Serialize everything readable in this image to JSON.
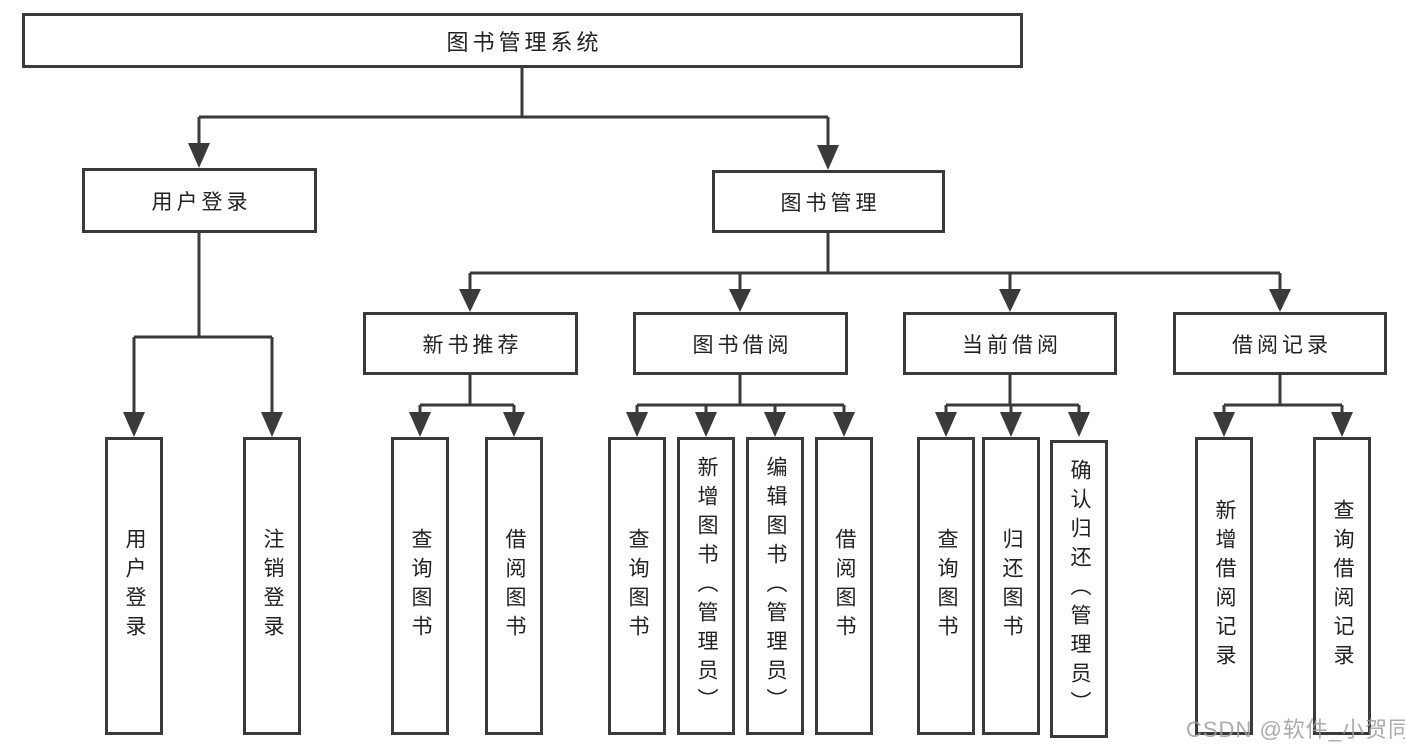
{
  "tree": {
    "root": {
      "label": "图书管理系统"
    },
    "branches": [
      {
        "label": "用户登录",
        "children": [
          {
            "label": "用户登录"
          },
          {
            "label": "注销登录"
          }
        ]
      },
      {
        "label": "图书管理",
        "children": [
          {
            "label": "新书推荐",
            "children": [
              {
                "label": "查询图书"
              },
              {
                "label": "借阅图书"
              }
            ]
          },
          {
            "label": "图书借阅",
            "children": [
              {
                "label": "查询图书"
              },
              {
                "label": "新增图书（管理员）"
              },
              {
                "label": "编辑图书（管理员）"
              },
              {
                "label": "借阅图书"
              }
            ]
          },
          {
            "label": "当前借阅",
            "children": [
              {
                "label": "查询图书"
              },
              {
                "label": "归还图书"
              },
              {
                "label": "确认归还（管理员）"
              }
            ]
          },
          {
            "label": "借阅记录",
            "children": [
              {
                "label": "新增借阅记录"
              },
              {
                "label": "查询借阅记录"
              }
            ]
          }
        ]
      }
    ]
  },
  "watermark": {
    "text": "CSDN @软件_小贺同学"
  },
  "colors": {
    "line": "#3a3a3a",
    "text": "#222222",
    "background": "#ffffff",
    "watermark": "#9e9e9e"
  }
}
